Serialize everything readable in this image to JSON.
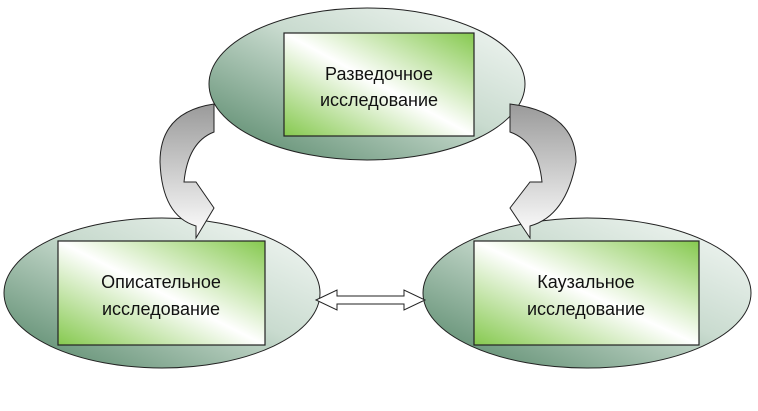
{
  "nodes": {
    "exploratory": {
      "line1": "Разведочное",
      "line2": "исследование"
    },
    "descriptive": {
      "line1": "Описательное",
      "line2": "исследование"
    },
    "causal": {
      "line1": "Каузальное",
      "line2": "исследование"
    }
  },
  "colors": {
    "ellipse_dark": "#5f8f72",
    "ellipse_mid": "#b8cfc0",
    "ellipse_light": "#f7faf8",
    "box_green": "#8fcc5a",
    "box_light": "#ffffff",
    "arrow_shade": "#b9b9b9"
  }
}
